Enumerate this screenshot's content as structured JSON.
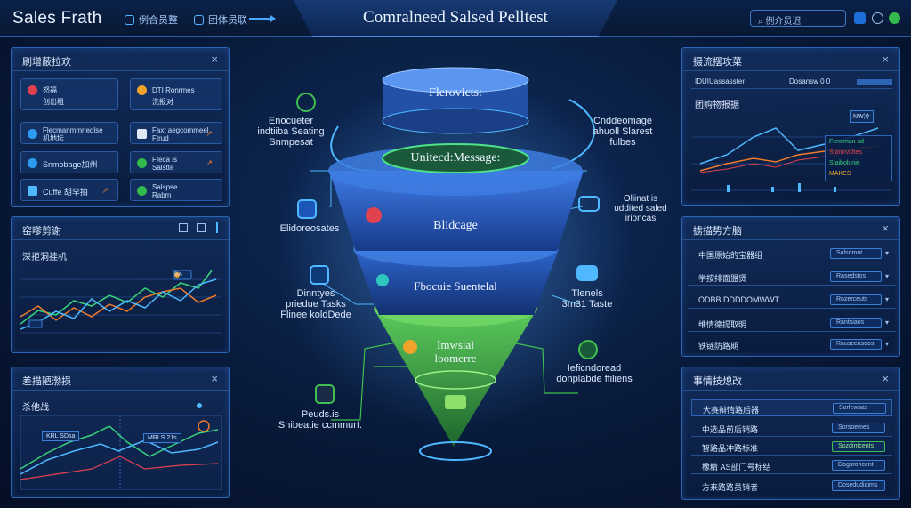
{
  "app": {
    "brand": "Sales Frath",
    "title": "Comralneed Salsed Pelltest",
    "nav": [
      {
        "label": "例合员整"
      },
      {
        "label": "团体员联"
      }
    ],
    "search_placeholder": "例介员迟"
  },
  "colors": {
    "accent": "#4fb8ff",
    "panel_border": "#2d65b6",
    "funnel_blue": "#2f6bd9",
    "funnel_green": "#3fbf4f",
    "line_green": "#39d27a",
    "line_orange": "#f07a2a",
    "line_red": "#e0434f"
  },
  "left_top_panel": {
    "title": "刷增蔽拉欢",
    "close_icon": "×",
    "tiles": [
      {
        "icon": "alert-icon",
        "text": "怒福\n创出租",
        "mark": ""
      },
      {
        "icon": "heart-icon",
        "text": "DTI Ronrmes\n洗报对",
        "mark": ""
      },
      {
        "icon": "chat-icon",
        "text": "Flecmanmmnedlse\n机地坛",
        "mark": ""
      },
      {
        "icon": "mail-icon",
        "text": "Faxt aegcommeel\nFtrud",
        "mark": "↗"
      },
      {
        "icon": "message-icon",
        "text": "Snmobage加州",
        "mark": ""
      },
      {
        "icon": "whatsapp-icon",
        "text": "Ffeca is\nSalstte",
        "mark": "↗"
      },
      {
        "icon": "mail-icon",
        "text": "Cuffe 胡罕拍",
        "mark": "↗"
      },
      {
        "icon": "wechat-icon",
        "text": "Salspse\nRabm",
        "mark": ""
      }
    ]
  },
  "left_mid_panel": {
    "title": "窑嗲剪谢",
    "subtitle": "深拒洞挂机",
    "badge": "5%"
  },
  "left_bottom_panel": {
    "title": "差描陋渤损",
    "subtitle": "杀他战",
    "tag1": "KRL SDsa",
    "tag2": "MRLS 21s"
  },
  "funnel": {
    "stage1": "Flerovicts:",
    "stage2": "Unitecd:Message:",
    "stage3": "Blidcage",
    "stage4": "Fbocuie Suentelal",
    "stage5": "Imwsial\nloomerre"
  },
  "side_labels": {
    "top_left": "Enocueter\nindtiiba Seating\nSnmpesat",
    "top_right": "Cnddeomage\nahuoll Slarest\nfulbes",
    "mid_left": "Elidoreosates",
    "mid_right": "Oliinat is\nuddited saled\nirioncas",
    "lower_left": "Dinntyes\npriedue Tasks\nFlinee koldDede",
    "lower_right": "Tlenels\n3m31 Taste",
    "bottom_left": "Peuds.is\nSnibeatie ccmmurt.",
    "bottom_right": "Ieficndoread\ndonplabde ffiliens"
  },
  "right_top_panel": {
    "title": "摄流摆攻菜",
    "subtitle": "IDUIUassasster",
    "controls": "Dosansw 0 0",
    "chart_title": "团购物报据",
    "mini_label": "NW冷",
    "legend": [
      {
        "text": "Fenoman sd",
        "color": "#39d27a"
      },
      {
        "text": "Stamrvidtes",
        "color": "#e0434f"
      },
      {
        "text": "Staibolunie",
        "color": "#39d27a"
      },
      {
        "text": "MAKES",
        "color": "#f0b02a"
      }
    ]
  },
  "right_mid_panel": {
    "title": "掳描势方脑",
    "rows": [
      {
        "label": "中国原始的宝器组",
        "value": "Salsrimnt"
      },
      {
        "label": "学按排面盟贤",
        "value": "Rasedstos"
      },
      {
        "label": "ODBB DDDDOMWWT",
        "value": "Rozerceuts"
      },
      {
        "label": "维情德提取明",
        "value": "Rantsiaos"
      },
      {
        "label": "铁链防路期",
        "value": "Rausceasoos"
      }
    ]
  },
  "right_bottom_panel": {
    "title": "事情技熄改",
    "rows": [
      {
        "label": "大赛辩情路后器",
        "value": "Sorlewsas"
      },
      {
        "label": "中选品前后销路",
        "value": "Sorsoemes"
      },
      {
        "label": "智路品冲路标准",
        "value": "Sozdintcents"
      },
      {
        "label": "橡精 AS部门号标结",
        "value": "Dogsrohcent"
      },
      {
        "label": "方来路路员销者",
        "value": "Dosedudiaims"
      }
    ]
  }
}
